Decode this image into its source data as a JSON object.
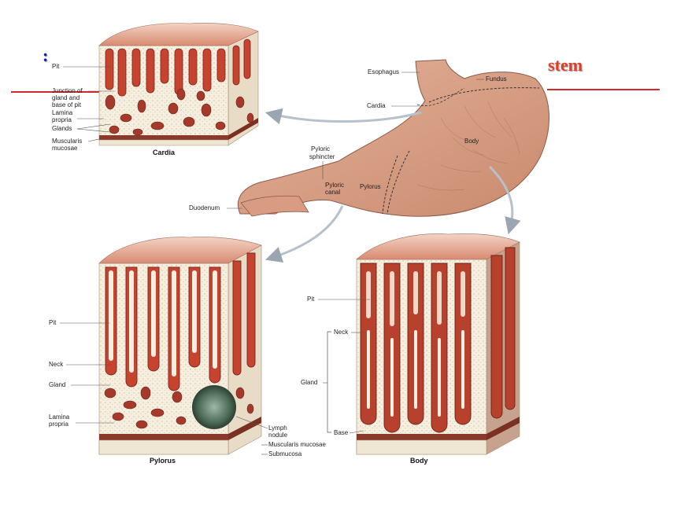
{
  "slide": {
    "title_left_fragment": ":",
    "title_right_fragment": "stem"
  },
  "stomach": {
    "esophagus": "Esophagus",
    "fundus": "Fundus",
    "cardia": "Cardia",
    "body": "Body",
    "pyloric_sphincter_1": "Pyloric",
    "pyloric_sphincter_2": "sphincter",
    "pyloric_canal_1": "Pyloric",
    "pyloric_canal_2": "canal",
    "pylorus": "Pylorus",
    "duodenum": "Duodenum"
  },
  "cardia_panel": {
    "caption": "Cardia",
    "pit": "Pit",
    "junction_1": "Junction of",
    "junction_2": "gland and",
    "junction_3": "base of pit",
    "lamina_1": "Lamina",
    "lamina_2": "propria",
    "glands": "Glands",
    "muscularis_1": "Muscularis",
    "muscularis_2": "mucosae"
  },
  "pylorus_panel": {
    "caption": "Pylorus",
    "pit": "Pit",
    "neck": "Neck",
    "gland": "Gland",
    "lamina_1": "Lamina",
    "lamina_2": "propria",
    "lymph_1": "Lymph",
    "lymph_2": "nodule",
    "muscularis": "Muscularis mucosae",
    "submucosa": "Submucosa"
  },
  "body_panel": {
    "caption": "Body",
    "pit": "Pit",
    "neck": "Neck",
    "gland": "Gland",
    "base": "Base"
  },
  "colors": {
    "title_red": "#e0402a",
    "title_blue": "#1a1aa8",
    "rule_red": "#d8262a",
    "tissue_red": "#c5432f",
    "stomach_tan": "#d9a48a"
  }
}
